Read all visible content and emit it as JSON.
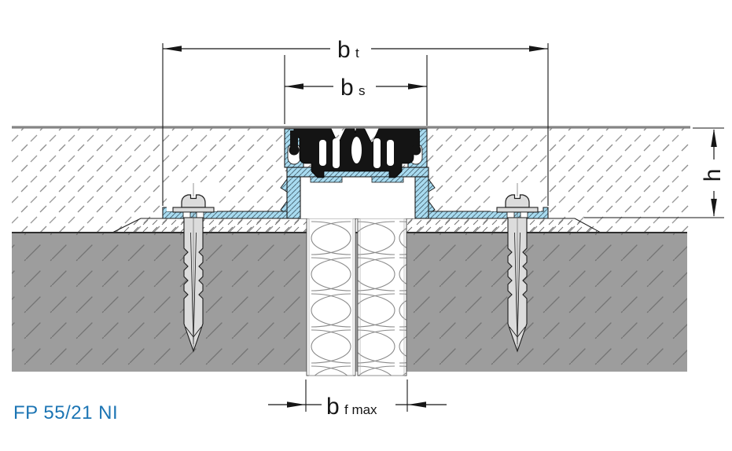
{
  "product_code": "FP 55/21 NI",
  "dimensions": {
    "bt": {
      "symbol": "b",
      "subscript": "t"
    },
    "bs": {
      "symbol": "b",
      "subscript": "s"
    },
    "h": {
      "symbol": "h"
    },
    "bf_max": {
      "symbol": "b",
      "subscript": "f max"
    }
  },
  "colors": {
    "brand_blue": "#1c75b4",
    "profile_blue": "#a8dbf0",
    "rubber_black": "#141414",
    "concrete_gray": "#9d9d9d",
    "metal_gray": "#dcdcdc",
    "line_black": "#161616",
    "surface_gray_line": "#858585"
  }
}
